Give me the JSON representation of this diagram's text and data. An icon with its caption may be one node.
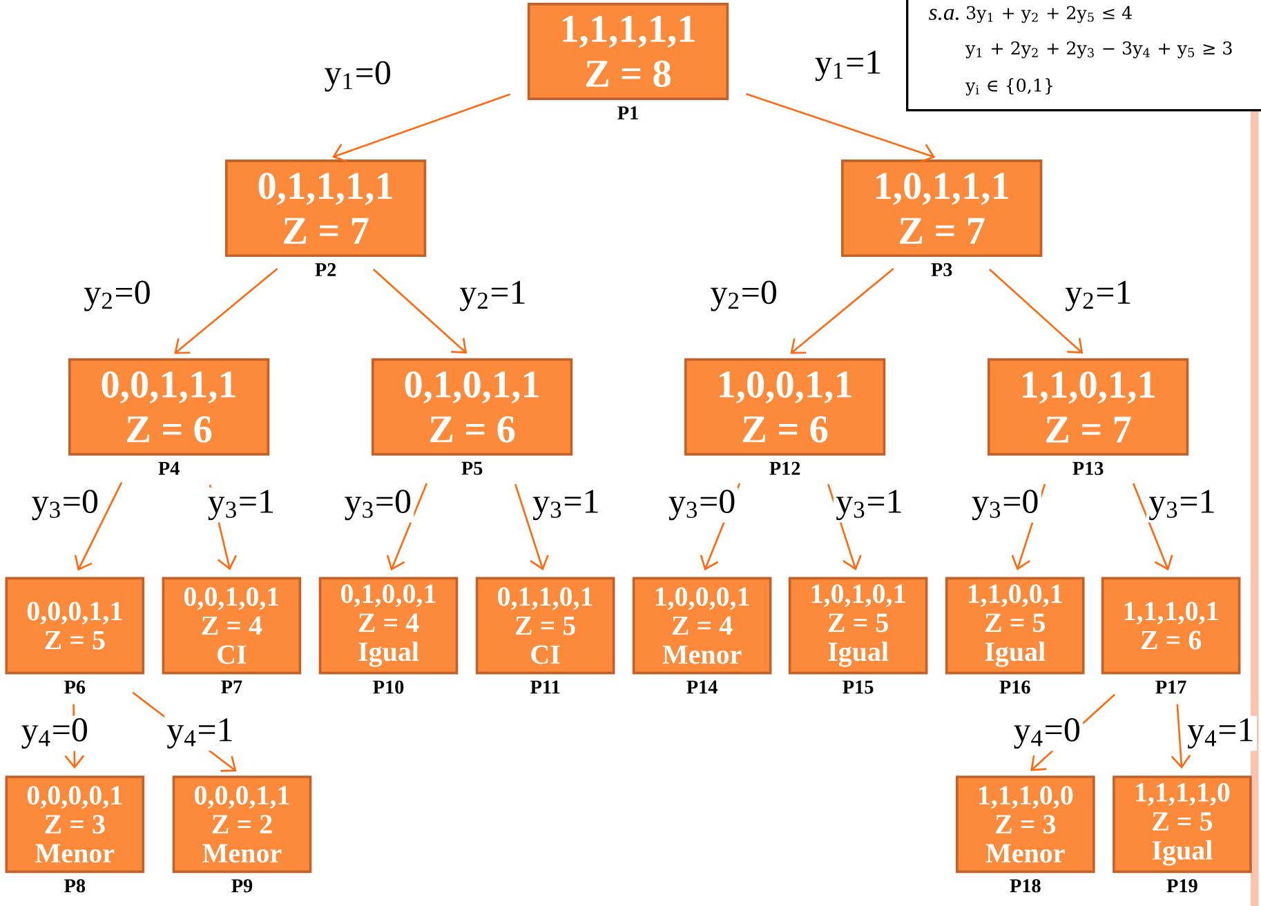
{
  "diagram": {
    "nodes": [
      {
        "text": [
          "1,1,1,1,1",
          "Z = 8"
        ],
        "beside": [
          "P1"
        ]
      },
      {
        "text": [
          "0,1,1,1,1",
          "Z = 7"
        ],
        "beside": [
          "P2"
        ]
      },
      {
        "text": [
          "1,0,1,1,1",
          "Z = 7"
        ],
        "beside": [
          "P3"
        ]
      },
      {
        "text": [
          "0,0,1,1,1",
          "Z = 6"
        ],
        "beside": [
          "P4"
        ]
      },
      {
        "text": [
          "0,1,0,1,1",
          "Z = 6"
        ],
        "beside": [
          "P5"
        ]
      },
      {
        "text": [
          "1,0,0,1,1",
          "Z = 6"
        ],
        "beside": [
          "P12"
        ]
      },
      {
        "text": [
          "1,1,0,1,1",
          "Z = 7"
        ],
        "beside": [
          "P13"
        ]
      },
      {
        "text": [
          "0,0,0,1,1",
          "Z = 5"
        ],
        "beside": [
          "P6"
        ]
      },
      {
        "text": [
          "0,0,1,0,1",
          "Z = 4",
          "CI"
        ],
        "beside": [
          "P7"
        ]
      },
      {
        "text": [
          "0,1,0,0,1",
          "Z = 4",
          "Igual"
        ],
        "beside": [
          "P10"
        ]
      },
      {
        "text": [
          "0,1,1,0,1",
          "Z = 5",
          "CI"
        ],
        "beside": [
          "P11"
        ]
      },
      {
        "text": [
          "1,0,0,0,1",
          "Z = 4",
          "Menor"
        ],
        "beside": [
          "P14"
        ]
      },
      {
        "text": [
          "1,0,1,0,1",
          "Z = 5",
          "Igual"
        ],
        "beside": [
          "P15"
        ]
      },
      {
        "text": [
          "1,1,0,0,1",
          "Z = 5",
          "Igual"
        ],
        "beside": [
          "P16"
        ]
      },
      {
        "text": [
          "1,1,1,0,1",
          "Z = 6"
        ],
        "beside": [
          "P17"
        ]
      },
      {
        "text": [
          "0,0,0,0,1",
          "Z = 3",
          "Menor"
        ],
        "beside": [
          "P8"
        ]
      },
      {
        "text": [
          "0,0,0,1,1",
          "Z = 2",
          "Menor"
        ],
        "beside": [
          "P9"
        ]
      },
      {
        "text": [
          "1,1,1,0,0",
          "Z = 3",
          "Menor"
        ],
        "beside": [
          "P18"
        ]
      },
      {
        "text": [
          "1,1,1,1,0",
          "Z = 5",
          "Igual"
        ],
        "beside": [
          "P19"
        ]
      },
      {
        "text": [
          "s.a.",
          "3y$_{1}$ + y$_{2}$ + 2y$_{5}$ ≤ 4",
          "y$_{1}$ + 2y$_{2}$ + 2y$_{3}$ − 3y$_{4}$ + y$_{5}$ ≥ 3",
          "y$_{i}$ ∈ {0,1}"
        ]
      }
    ],
    "edges": [
      {
        "from": 0,
        "to": 1,
        "arrow": "to",
        "label": "y$_{1}$=0"
      },
      {
        "from": 0,
        "to": 2,
        "arrow": "to",
        "label": "y$_{1}$=1"
      },
      {
        "from": 1,
        "to": 3,
        "arrow": "to",
        "label": "y$_{2}$=0"
      },
      {
        "from": 1,
        "to": 4,
        "arrow": "to",
        "label": "y$_{2}$=1"
      },
      {
        "from": 2,
        "to": 5,
        "arrow": "to",
        "label": "y$_{2}$=0"
      },
      {
        "from": 2,
        "to": 6,
        "arrow": "to",
        "label": "y$_{2}$=1"
      },
      {
        "from": 3,
        "to": 7,
        "arrow": "to",
        "label": "y$_{3}$=0"
      },
      {
        "from": 3,
        "to": 8,
        "arrow": "to",
        "label": "y$_{3}$=1"
      },
      {
        "from": 4,
        "to": 9,
        "arrow": "to",
        "label": "y$_{3}$=0"
      },
      {
        "from": 4,
        "to": 10,
        "arrow": "to",
        "label": "y$_{3}$=1"
      },
      {
        "from": 5,
        "to": 11,
        "arrow": "to",
        "label": "y$_{3}$=0"
      },
      {
        "from": 5,
        "to": 12,
        "arrow": "to",
        "label": "y$_{3}$=1"
      },
      {
        "from": 6,
        "to": 13,
        "arrow": "to",
        "label": "y$_{3}$=0"
      },
      {
        "from": 6,
        "to": 14,
        "arrow": "to",
        "label": "y$_{3}$=1"
      },
      {
        "from": 7,
        "to": 15,
        "arrow": "to",
        "label": "y$_{4}$=0"
      },
      {
        "from": 7,
        "to": 16,
        "arrow": "to",
        "label": "y$_{4}$=1"
      },
      {
        "from": 14,
        "to": 17,
        "arrow": "to",
        "label": "y$_{4}$=0"
      },
      {
        "from": 14,
        "to": 18,
        "arrow": "to",
        "label": "y$_{4}$=1"
      }
    ]
  }
}
